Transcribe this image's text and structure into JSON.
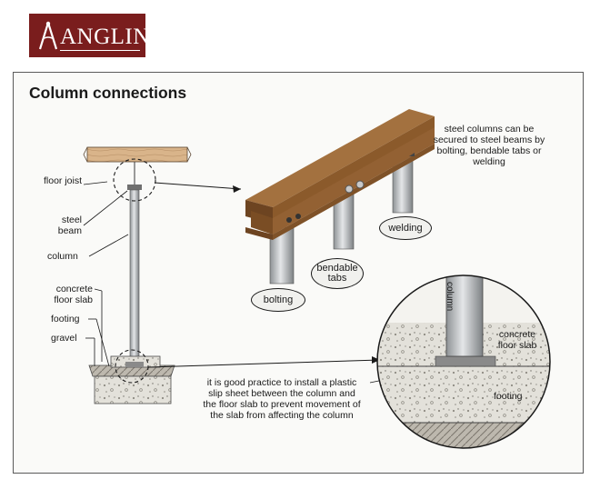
{
  "logo": {
    "text": "ANGLIN'S"
  },
  "diagram": {
    "title": "Column connections",
    "left_labels": {
      "floor_joist": "floor joist",
      "steel_beam": "steel beam",
      "column": "column",
      "concrete_floor_slab": "concrete floor slab",
      "footing": "footing",
      "gravel": "gravel"
    },
    "connection_note": "steel columns can be secured to steel beams by bolting, bendable tabs or welding",
    "connection_types": [
      "bolting",
      "bendable tabs",
      "welding"
    ],
    "slip_sheet_note": "it is good practice to install a plastic slip sheet between the column and the floor slab to prevent movement of the slab from affecting the column",
    "detail_labels": {
      "column": "column",
      "concrete_floor_slab": "concrete floor slab",
      "footing": "footing"
    }
  },
  "colors": {
    "brand": "#7a1d1d",
    "beam": "#8b5a2b",
    "wood": "#d9b48a",
    "steel": "#b9bcbf",
    "concrete": "#e3e1da"
  }
}
